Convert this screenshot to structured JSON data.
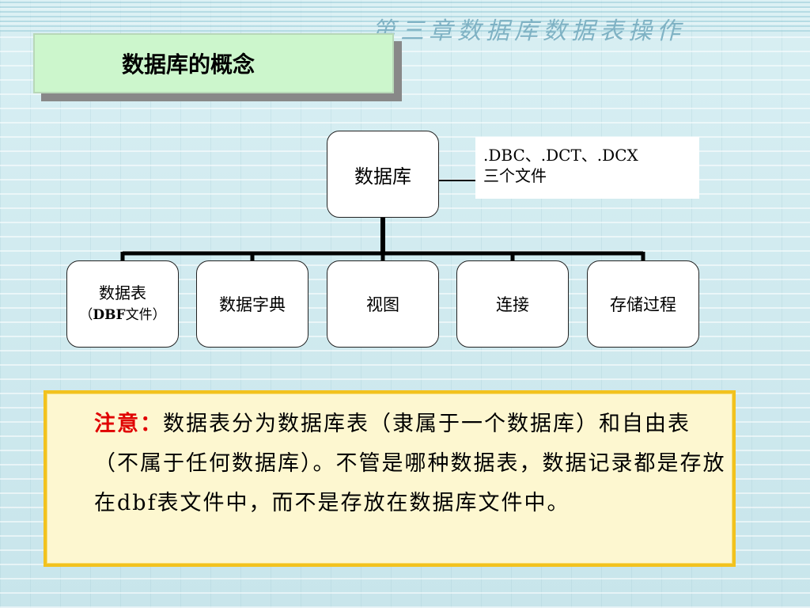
{
  "header": {
    "chapter_title": "第三章数据库数据表操作"
  },
  "slide": {
    "title": "数据库的概念"
  },
  "diagram": {
    "root": {
      "label": "数据库"
    },
    "callout": {
      "line1": ".DBC、.DCT、.DCX",
      "line2": "三个文件"
    },
    "children": [
      {
        "label": "数据表",
        "sub_open": "（",
        "sub_bold": "DBF",
        "sub_rest": "文件）"
      },
      {
        "label": "数据字典"
      },
      {
        "label": "视图"
      },
      {
        "label": "连接"
      },
      {
        "label": "存储过程"
      }
    ]
  },
  "note": {
    "label": "注意：",
    "text": "数据表分为数据库表（隶属于一个数据库）和自由表（不属于任何数据库）。不管是哪种数据表，数据记录都是存放在dbf表文件中，而不是存放在数据库文件中。"
  },
  "colors": {
    "background": "#cfe9ee",
    "title_box": "#ccf6cc",
    "note_border": "#f2c21e",
    "note_bg": "#fdf7d0",
    "note_label": "#e00000"
  }
}
